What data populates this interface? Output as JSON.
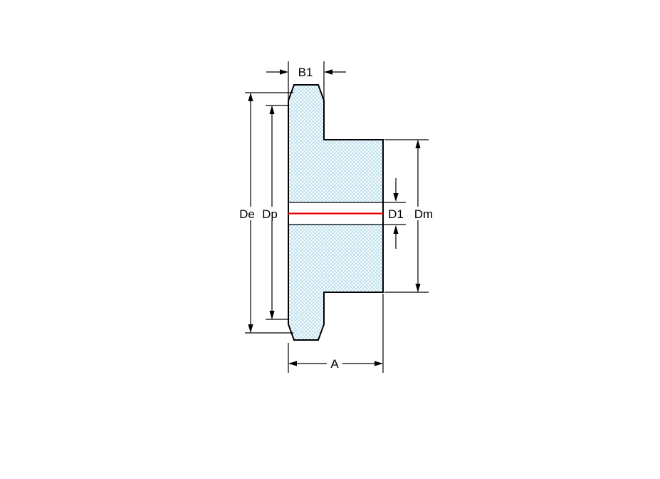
{
  "diagram": {
    "kind": "sprocket-cross-section-technical-drawing",
    "labels": {
      "top_width": "B1",
      "outer_diameter": "De",
      "pitch_diameter": "Dp",
      "bore_diameter": "D1",
      "hub_diameter": "Dm",
      "total_width": "A"
    },
    "colors": {
      "outline": "#000000",
      "hatch": "#a9d6e8",
      "centerline": "#e60000",
      "background": "#ffffff"
    }
  }
}
